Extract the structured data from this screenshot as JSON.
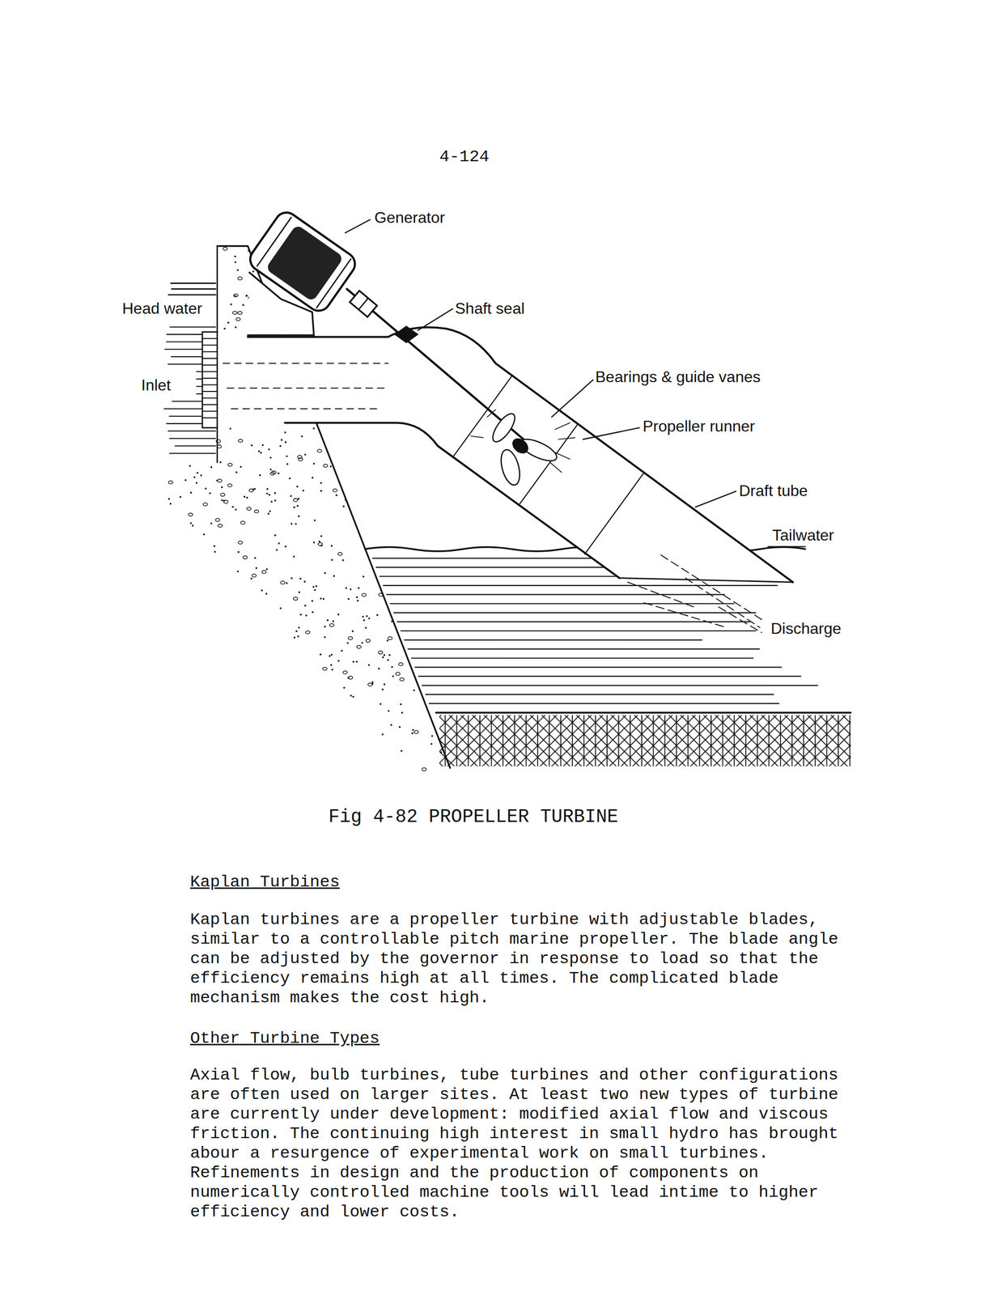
{
  "diagram": {
    "caption": "Fig 4-82 PROPELLER TURBINE",
    "labels": [
      "4-124",
      "Generator",
      "Head water",
      "Shaft seal",
      "Inlet",
      "Bearings & guide vanes",
      "Propeller runner",
      "Draft tube",
      "Tailwater",
      "Discharge",
      "Kaplan Turbines",
      "Kaplan turbines are a propeller turbine with adjustable blades, similar to a controllable pitch marine propeller. The blade angle can be adjusted by the governor in response to load so that the efficiency remains high at all times. The complicated blade mechanism makes the cost high.",
      "Other Turbine Types",
      "Axial flow, bulb turbines, tube turbines and other configurations are often used on larger sites. At least two new types of turbine are currently under development: modified axial flow and viscous friction. The continuing high interest in small hydro has brought abour a resurgence of experimental work on small turbines. Refinements in design and the production of components on numerically controlled machine tools will lead intime to higher efficiency and lower costs."
    ]
  }
}
